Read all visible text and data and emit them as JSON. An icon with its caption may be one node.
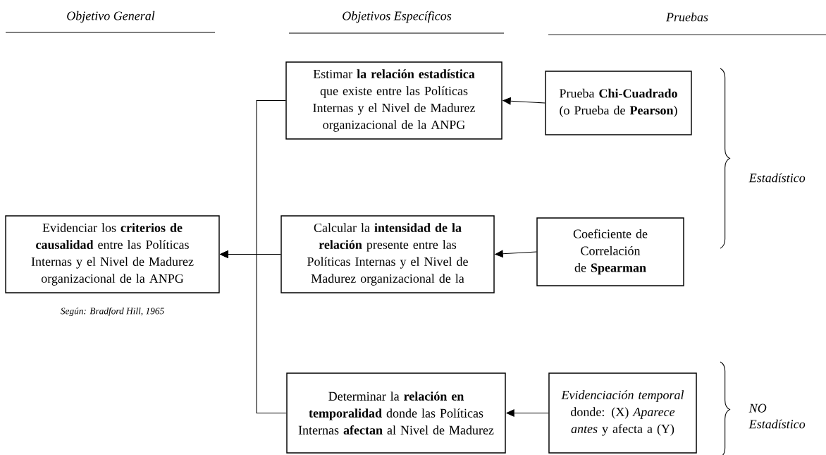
{
  "diagram": {
    "nodes": [
      {
        "text": [
          "Evidenciar los **criterios de causalidad** entre las Políticas Internas y el Nivel de Madurez organizacional de la ANPG"
        ],
        "beside": [
          "Según: Bradford Hill, 1965"
        ]
      },
      {
        "text": [
          "Estimar **la relación estadística** que existe entre las Políticas Internas y el Nivel de Madurez organizacional de la ANPG"
        ]
      },
      {
        "text": [
          "Prueba **Chi-Cuadrado** (o Prueba de **Pearson**)"
        ]
      },
      {
        "text": [
          "Calcular la **intensidad de la relación** presente entre las Políticas Internas y el Nivel de Madurez organizacional de la"
        ]
      },
      {
        "text": [
          "Coeficiente de Correlación de **Spearman**"
        ]
      },
      {
        "text": [
          "Determinar la **relación en temporalidad** donde las Políticas Internas **afectan** al Nivel de Madurez"
        ]
      },
      {
        "text": [
          "*Evidenciación temporal* donde: (X) *Aparece antes* y afecta a (Y)"
        ]
      }
    ],
    "edges": [
      {
        "from": 2,
        "to": 1,
        "arrow": "to"
      },
      {
        "from": 4,
        "to": 3,
        "arrow": "to"
      },
      {
        "from": 6,
        "to": 5,
        "arrow": "to"
      },
      {
        "from": 1,
        "to": 0,
        "arrow": "to"
      },
      {
        "from": 3,
        "to": 0,
        "arrow": "to"
      },
      {
        "from": 5,
        "to": 0,
        "arrow": "to"
      }
    ],
    "labels": [
      "Objetivo General",
      "Objetivos Específicos",
      "Pruebas",
      "Estadístico",
      "NO Estadístico"
    ]
  }
}
